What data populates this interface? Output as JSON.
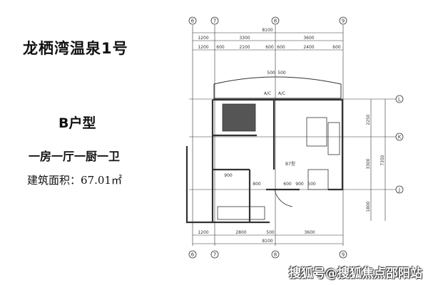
{
  "info": {
    "title": "龙栖湾温泉1号",
    "unit_type": "B户型",
    "layout": "一房一厅一厨一卫",
    "area": "建筑面积：67.01㎡"
  },
  "plan": {
    "axes_top": [
      "6",
      "7",
      "8",
      "9"
    ],
    "axes_right": [
      "L",
      "K",
      "J"
    ],
    "dims_top_total": "8100",
    "dims_top_row1": [
      "1200",
      "3300",
      "3600"
    ],
    "dims_top_row2": [
      "1200",
      "600",
      "2100",
      "600",
      "600",
      "2400",
      "600"
    ],
    "dims_bottom_row": [
      "1200",
      "2800",
      "500",
      "3600"
    ],
    "dims_bottom_total": "8100",
    "dims_right": [
      "2250",
      "3300",
      "1800",
      "7350"
    ],
    "room_label": "B7型",
    "ac_labels": [
      "A/C",
      "A/C"
    ],
    "small_dims": [
      "500",
      "500",
      "900",
      "600",
      "500",
      "900",
      "800"
    ]
  },
  "watermark": "搜狐号@搜狐焦点邵阳站"
}
